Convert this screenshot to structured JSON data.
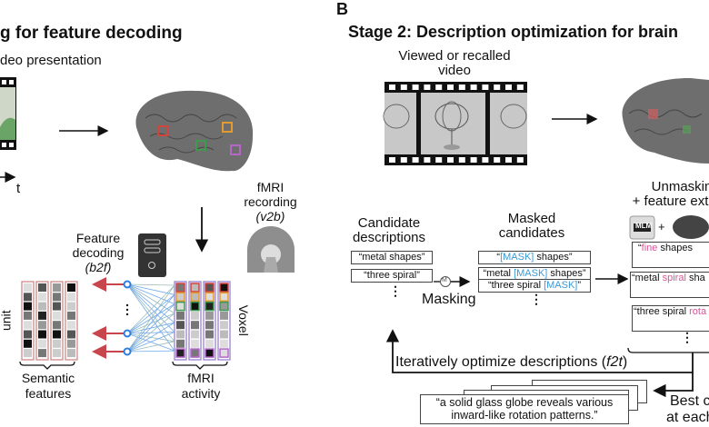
{
  "panel_a": {
    "title": "g for feature decoding",
    "subtitle": "deo presentation",
    "time_label": "t",
    "fmri_recording": [
      "fMRI",
      "recording",
      "(v2b)"
    ],
    "feature_decoding": [
      "Feature",
      "decoding",
      "(b2f)"
    ],
    "unit_label": "unit",
    "voxel_label": "Voxel",
    "semantic_features": [
      "Semantic",
      "features"
    ],
    "fmri_activity": [
      "fMRI",
      "activity"
    ],
    "region_colors": [
      "#d0443c",
      "#e39a2f",
      "#3e9a4a",
      "#b567c9"
    ]
  },
  "panel_b": {
    "letter": "B",
    "title": "Stage 2: Description optimization for brain",
    "video_label": [
      "Viewed or recalled",
      "video"
    ],
    "candidate_header": [
      "Candidate",
      "descriptions"
    ],
    "candidates": [
      "“metal shapes”",
      "“three spiral”"
    ],
    "masking_label": "Masking",
    "masking_symbol": "M",
    "masked_header": [
      "Masked",
      "candidates"
    ],
    "masked": [
      {
        "pre": "“",
        "mask": "[MASK]",
        "post": " shapes”"
      },
      {
        "pre": "“metal ",
        "mask": "[MASK]",
        "post": " shapes”"
      },
      {
        "pre": "“three spiral ",
        "mask": "[MASK]",
        "post": "”"
      }
    ],
    "unmasking_header": [
      "Unmaskin",
      "+ feature extr"
    ],
    "mlm_label": "MLM",
    "plus": "+",
    "unmasked": [
      {
        "pre": "“",
        "fill": "fine",
        "post": " shapes"
      },
      {
        "pre": "“metal ",
        "fill": "spiral",
        "post": " sha"
      },
      {
        "pre": "“three spiral ",
        "fill": "rota",
        "post": ""
      }
    ],
    "loop_label": "Iteratively optimize descriptions (",
    "loop_label_italic": "f2t",
    "loop_label_end": ")",
    "best_label": [
      "Best c",
      "at each"
    ],
    "final_description": [
      "“a solid glass globe reveals various",
      "inward-like rotation patterns.”"
    ],
    "ellipsis": "⋮",
    "mask_color": "#3a9ad6",
    "fill_color": "#e0529a"
  }
}
